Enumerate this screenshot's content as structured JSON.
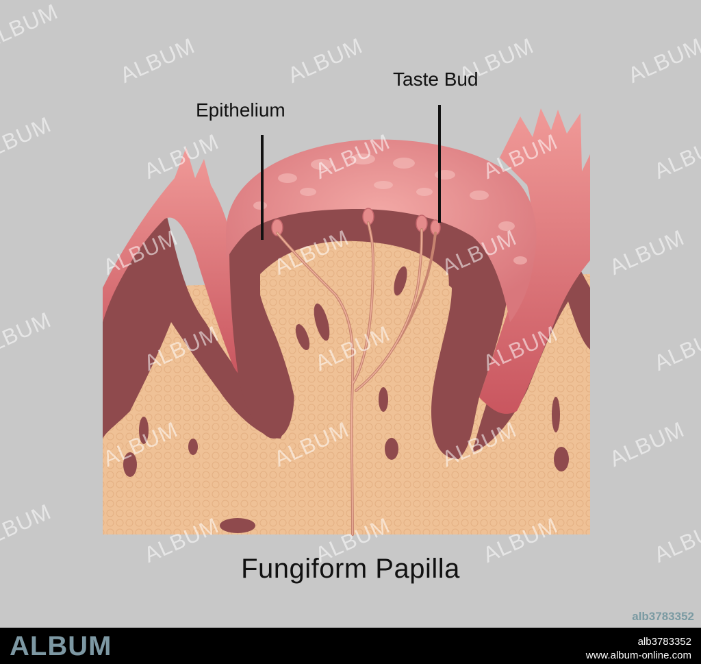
{
  "labels": {
    "epithelium": "Epithelium",
    "taste_bud": "Taste Bud"
  },
  "caption": "Fungiform Papilla",
  "image_id": "alb3783352",
  "watermark": "ALBUM",
  "footer": {
    "logo": "ALBUM",
    "image_id": "alb3783352",
    "url": "www.album-online.com"
  },
  "colors": {
    "background": "#c8c8c8",
    "tissue": "#efc196",
    "epithelium_light": "#e48888",
    "epithelium_dark": "#8f4a4d",
    "nerve": "#d89a86",
    "footer_logo": "#7d98a3"
  }
}
